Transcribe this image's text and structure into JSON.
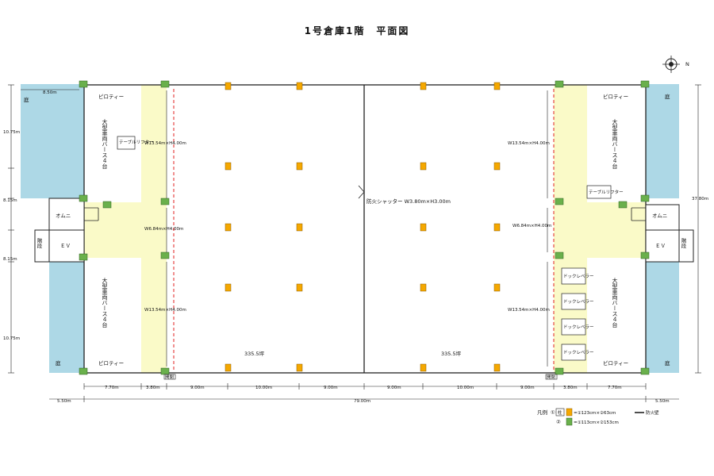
{
  "title": "1号倉庫1階　平面図",
  "compass": {
    "label": "N"
  },
  "labels": {
    "niwa": "庭",
    "piloti": "ピロティー",
    "large_vehicle": "大型車両バース４台",
    "omni": "オムニ",
    "ev": "ＥＶ",
    "stairs": "階段",
    "table_lifter": "テーブルリフター",
    "dock_leveler": "ドックレベラー",
    "fire_shutter": "防火シャッター W3.80m×H3.00m",
    "dim_w13": "W13.54m×H4.00m",
    "dim_w6": "W6.84m×H4.00m",
    "area_left": "335.5坪",
    "area_right": "335.5坪",
    "gate_label": "開閉"
  },
  "dimensions": {
    "top_left_width": "8.50m",
    "left_10_75_top": "10.75m",
    "left_8_15_a": "8.15m",
    "left_8_15_b": "8.15m",
    "left_10_75_bottom": "10.75m",
    "right_total": "37.80m",
    "bottom_row": [
      "7.70m",
      "3.80m",
      "9.00m",
      "10.00m",
      "9.00m",
      "9.00m",
      "10.00m",
      "9.00m",
      "3.80m",
      "7.70m"
    ],
    "total_width": "79.00m",
    "left_margin": "5.50m",
    "right_margin": "5.50m"
  },
  "legend": {
    "title": "凡例",
    "item1_num": "①",
    "item1_mark": "柱",
    "item1_text": "=①123cm×②63cm",
    "item2_num": "②",
    "item2_text": "=①113cm×②153cm",
    "wall_text": "防火壁"
  },
  "colors": {
    "garden": "#add8e6",
    "dock_zone": "#fafac8",
    "pillar_orange": "#f5a800",
    "pillar_green": "#6ab04c",
    "fire_line": "#e02020"
  }
}
